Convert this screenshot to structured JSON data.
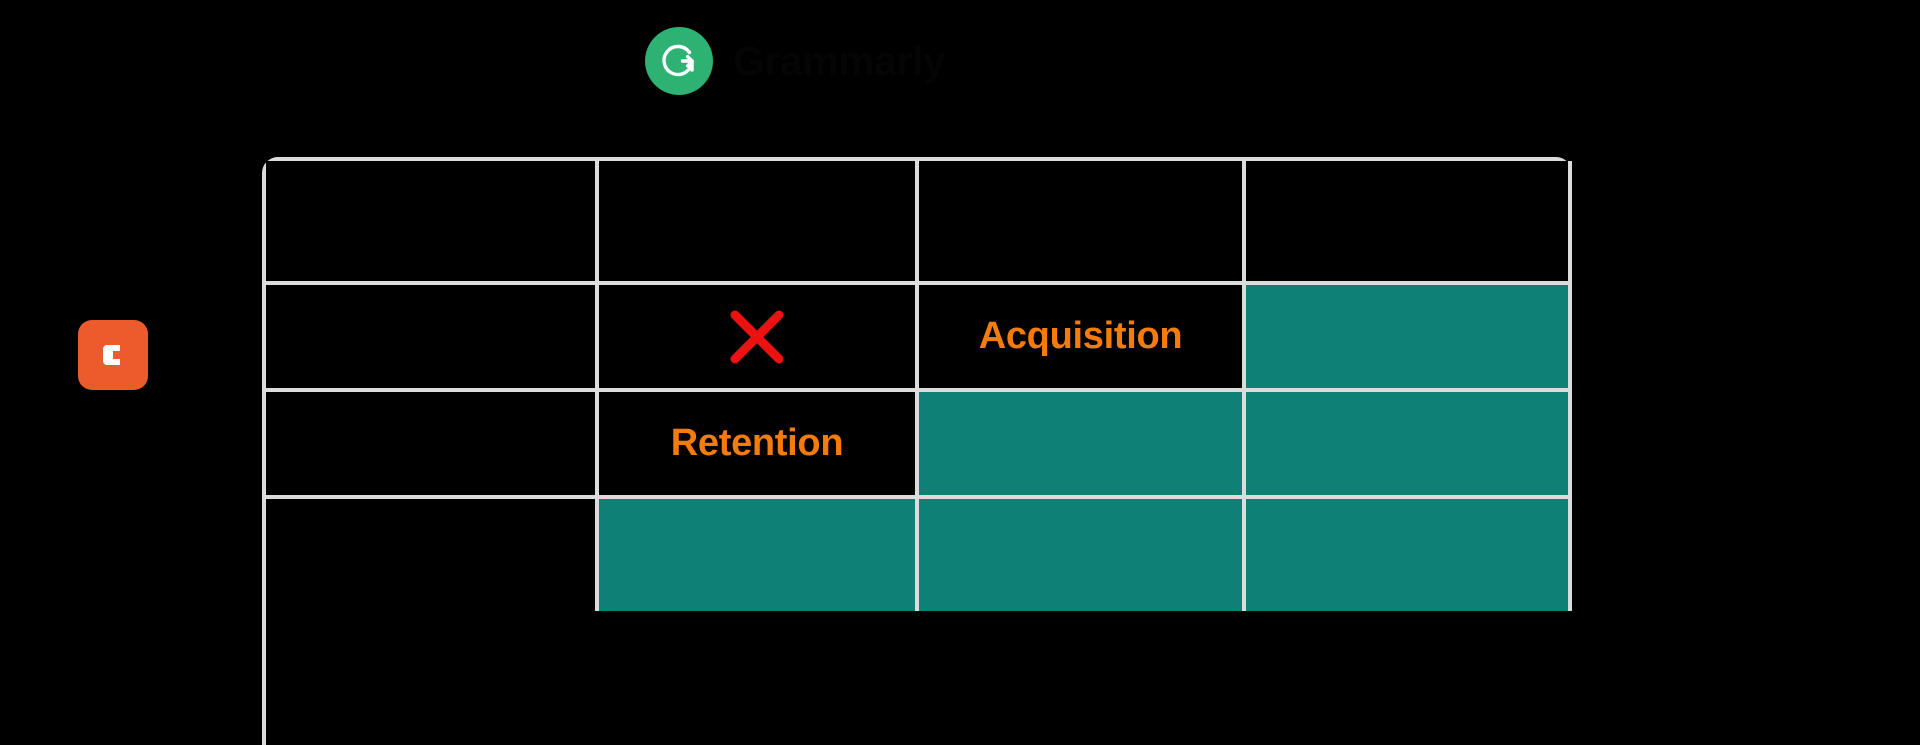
{
  "brand": {
    "logo_icon": "grammarly-g-icon",
    "logo_color": "#2db273",
    "wordmark": "Grammarly"
  },
  "product": {
    "badge_icon": "clearscope-c-icon",
    "badge_color": "#ec5b2b",
    "badge_label": ""
  },
  "palette": {
    "accent_orange": "#f57c0a",
    "fill_teal": "#0e8074",
    "cross_red": "#ee1111",
    "grid_line": "#dcdcdc",
    "background": "#000000",
    "dark_text": "#060606"
  },
  "matrix": {
    "columns": [
      "",
      "",
      "",
      ""
    ],
    "rows": [
      {
        "type": "header",
        "cells": [
          {
            "text": "",
            "fill": "none"
          },
          {
            "text": "",
            "fill": "none"
          },
          {
            "text": "",
            "fill": "none"
          },
          {
            "text": "",
            "fill": "none"
          }
        ]
      },
      {
        "type": "body",
        "cells": [
          {
            "text": "",
            "fill": "none",
            "mark": "none"
          },
          {
            "text": "",
            "fill": "none",
            "mark": "cross"
          },
          {
            "text": "Acquisition",
            "fill": "none",
            "mark": "none"
          },
          {
            "text": "",
            "fill": "teal",
            "mark": "none"
          }
        ]
      },
      {
        "type": "body",
        "cells": [
          {
            "text": "",
            "fill": "none",
            "mark": "none"
          },
          {
            "text": "Retention",
            "fill": "none",
            "mark": "none"
          },
          {
            "text": "",
            "fill": "teal",
            "mark": "none"
          },
          {
            "text": "",
            "fill": "teal",
            "mark": "none"
          }
        ]
      },
      {
        "type": "tall",
        "cells": [
          {
            "text": "",
            "fill": "none",
            "mark": "none"
          },
          {
            "text": "",
            "fill": "teal",
            "mark": "none"
          },
          {
            "text": "",
            "fill": "teal",
            "mark": "none"
          },
          {
            "text": "",
            "fill": "teal",
            "mark": "none"
          }
        ]
      }
    ]
  }
}
